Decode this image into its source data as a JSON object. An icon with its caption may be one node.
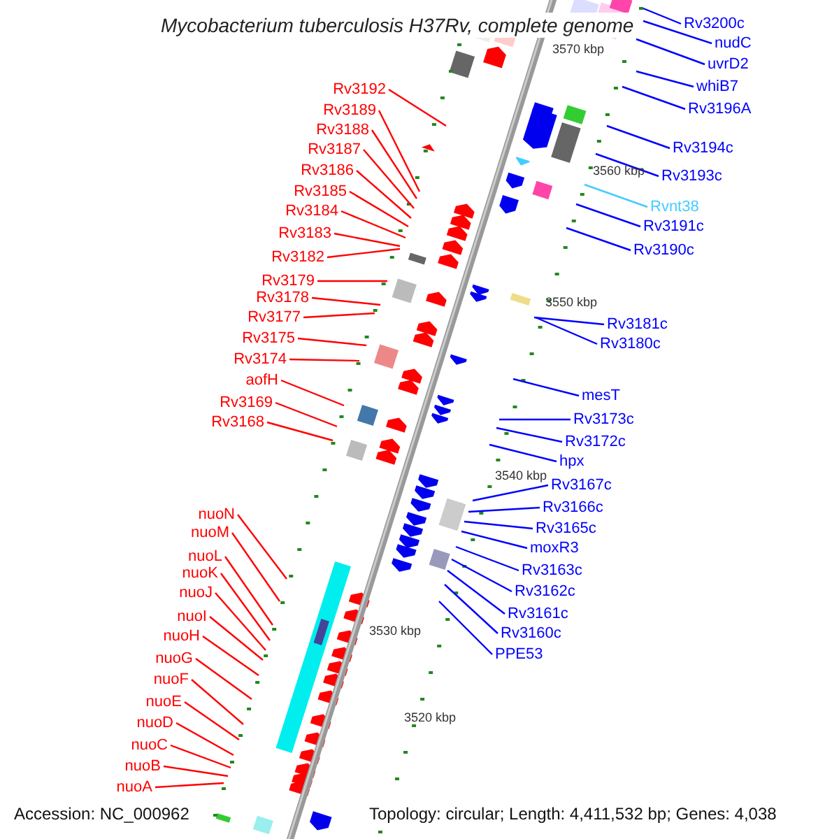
{
  "diagram": {
    "title": "Mycobacterium tuberculosis H37Rv, complete genome",
    "nodes": [
      {
        "text": [
          "Rv3192"
        ]
      },
      {
        "text": [
          "Rv3189"
        ]
      },
      {
        "text": [
          "Rv3188"
        ]
      },
      {
        "text": [
          "Rv3187"
        ]
      },
      {
        "text": [
          "Rv3186"
        ]
      },
      {
        "text": [
          "Rv3185"
        ]
      },
      {
        "text": [
          "Rv3184"
        ]
      },
      {
        "text": [
          "Rv3183"
        ]
      },
      {
        "text": [
          "Rv3182"
        ]
      },
      {
        "text": [
          "Rv3179"
        ]
      },
      {
        "text": [
          "Rv3178"
        ]
      },
      {
        "text": [
          "Rv3177"
        ]
      },
      {
        "text": [
          "Rv3175"
        ]
      },
      {
        "text": [
          "Rv3174"
        ]
      },
      {
        "text": [
          "aofH"
        ]
      },
      {
        "text": [
          "Rv3169"
        ]
      },
      {
        "text": [
          "Rv3168"
        ]
      },
      {
        "text": [
          "nuoN"
        ]
      },
      {
        "text": [
          "nuoM"
        ]
      },
      {
        "text": [
          "nuoL"
        ]
      },
      {
        "text": [
          "nuoK"
        ]
      },
      {
        "text": [
          "nuoJ"
        ]
      },
      {
        "text": [
          "nuoI"
        ]
      },
      {
        "text": [
          "nuoH"
        ]
      },
      {
        "text": [
          "nuoG"
        ]
      },
      {
        "text": [
          "nuoF"
        ]
      },
      {
        "text": [
          "nuoE"
        ]
      },
      {
        "text": [
          "nuoD"
        ]
      },
      {
        "text": [
          "nuoC"
        ]
      },
      {
        "text": [
          "nuoB"
        ]
      },
      {
        "text": [
          "nuoA"
        ]
      },
      {
        "text": [
          "Rv3200c"
        ]
      },
      {
        "text": [
          "nudC"
        ]
      },
      {
        "text": [
          "uvrD2"
        ]
      },
      {
        "text": [
          "whiB7"
        ]
      },
      {
        "text": [
          "Rv3196A"
        ]
      },
      {
        "text": [
          "Rv3194c"
        ]
      },
      {
        "text": [
          "Rv3193c"
        ]
      },
      {
        "text": [
          "Rvnt38"
        ]
      },
      {
        "text": [
          "Rv3191c"
        ]
      },
      {
        "text": [
          "Rv3190c"
        ]
      },
      {
        "text": [
          "Rv3181c"
        ]
      },
      {
        "text": [
          "Rv3180c"
        ]
      },
      {
        "text": [
          "mesT"
        ]
      },
      {
        "text": [
          "Rv3173c"
        ]
      },
      {
        "text": [
          "Rv3172c"
        ]
      },
      {
        "text": [
          "hpx"
        ]
      },
      {
        "text": [
          "Rv3167c"
        ]
      },
      {
        "text": [
          "Rv3166c"
        ]
      },
      {
        "text": [
          "Rv3165c"
        ]
      },
      {
        "text": [
          "moxR3"
        ]
      },
      {
        "text": [
          "Rv3163c"
        ]
      },
      {
        "text": [
          "Rv3162c"
        ]
      },
      {
        "text": [
          "Rv3161c"
        ]
      },
      {
        "text": [
          "Rv3160c"
        ]
      },
      {
        "text": [
          "PPE53"
        ]
      }
    ],
    "edges": [
      {
        "from": 0,
        "to": null,
        "arrow": "none"
      },
      {
        "from": 1,
        "to": null,
        "arrow": "none"
      },
      {
        "from": 2,
        "to": null,
        "arrow": "none"
      },
      {
        "from": 3,
        "to": null,
        "arrow": "none"
      },
      {
        "from": 4,
        "to": null,
        "arrow": "none"
      },
      {
        "from": 5,
        "to": null,
        "arrow": "none"
      },
      {
        "from": 6,
        "to": null,
        "arrow": "none"
      },
      {
        "from": 7,
        "to": null,
        "arrow": "none"
      },
      {
        "from": 8,
        "to": null,
        "arrow": "none"
      },
      {
        "from": 9,
        "to": null,
        "arrow": "none"
      },
      {
        "from": 10,
        "to": null,
        "arrow": "none"
      },
      {
        "from": 11,
        "to": null,
        "arrow": "none"
      },
      {
        "from": 12,
        "to": null,
        "arrow": "none"
      },
      {
        "from": 13,
        "to": null,
        "arrow": "none"
      },
      {
        "from": 14,
        "to": null,
        "arrow": "none"
      },
      {
        "from": 15,
        "to": null,
        "arrow": "none"
      },
      {
        "from": 16,
        "to": null,
        "arrow": "none"
      },
      {
        "from": 17,
        "to": null,
        "arrow": "none"
      },
      {
        "from": 18,
        "to": null,
        "arrow": "none"
      },
      {
        "from": 19,
        "to": null,
        "arrow": "none"
      },
      {
        "from": 20,
        "to": null,
        "arrow": "none"
      },
      {
        "from": 21,
        "to": null,
        "arrow": "none"
      },
      {
        "from": 22,
        "to": null,
        "arrow": "none"
      },
      {
        "from": 23,
        "to": null,
        "arrow": "none"
      },
      {
        "from": 24,
        "to": null,
        "arrow": "none"
      },
      {
        "from": 25,
        "to": null,
        "arrow": "none"
      },
      {
        "from": 26,
        "to": null,
        "arrow": "none"
      },
      {
        "from": 27,
        "to": null,
        "arrow": "none"
      },
      {
        "from": 28,
        "to": null,
        "arrow": "none"
      },
      {
        "from": 29,
        "to": null,
        "arrow": "none"
      },
      {
        "from": 30,
        "to": null,
        "arrow": "none"
      },
      {
        "from": 31,
        "to": null,
        "arrow": "none",
        "color": "#0000ff"
      },
      {
        "from": 32,
        "to": null,
        "arrow": "none",
        "color": "#0000ff"
      },
      {
        "from": 33,
        "to": null,
        "arrow": "none",
        "color": "#0000ff"
      },
      {
        "from": 34,
        "to": null,
        "arrow": "none",
        "color": "#0000ff"
      },
      {
        "from": 35,
        "to": null,
        "arrow": "none",
        "color": "#0000ff"
      },
      {
        "from": 36,
        "to": null,
        "arrow": "none",
        "color": "#0000ff"
      },
      {
        "from": 37,
        "to": null,
        "arrow": "none",
        "color": "#0000ff"
      },
      {
        "from": 38,
        "to": null,
        "arrow": "none",
        "color": "#44ccff"
      },
      {
        "from": 39,
        "to": null,
        "arrow": "none",
        "color": "#0000ff"
      },
      {
        "from": 40,
        "to": null,
        "arrow": "none",
        "color": "#0000ff"
      },
      {
        "from": 41,
        "to": null,
        "arrow": "none",
        "color": "#0000ff"
      },
      {
        "from": 42,
        "to": null,
        "arrow": "none",
        "color": "#0000ff"
      },
      {
        "from": 43,
        "to": null,
        "arrow": "none",
        "color": "#0000ff"
      },
      {
        "from": 44,
        "to": null,
        "arrow": "none",
        "color": "#0000ff"
      },
      {
        "from": 45,
        "to": null,
        "arrow": "none",
        "color": "#0000ff"
      },
      {
        "from": 46,
        "to": null,
        "arrow": "none",
        "color": "#0000ff"
      },
      {
        "from": 47,
        "to": null,
        "arrow": "none",
        "color": "#0000ff"
      },
      {
        "from": 48,
        "to": null,
        "arrow": "none",
        "color": "#0000ff"
      },
      {
        "from": 49,
        "to": null,
        "arrow": "none",
        "color": "#0000ff"
      },
      {
        "from": 50,
        "to": null,
        "arrow": "none",
        "color": "#0000ff"
      },
      {
        "from": 51,
        "to": null,
        "arrow": "none",
        "color": "#0000ff"
      },
      {
        "from": 52,
        "to": null,
        "arrow": "none",
        "color": "#0000ff"
      },
      {
        "from": 53,
        "to": null,
        "arrow": "none",
        "color": "#0000ff"
      },
      {
        "from": 54,
        "to": null,
        "arrow": "none",
        "color": "#0000ff"
      },
      {
        "from": 55,
        "to": null,
        "arrow": "none",
        "color": "#0000ff"
      }
    ],
    "labels": [
      "3570 kbp",
      "3560 kbp",
      "3550 kbp",
      "3540 kbp",
      "3530 kbp",
      "3520 kbp",
      "Accession: NC_000962",
      "Topology: circular; Length: 4,411,532 bp; Genes: 4,038"
    ]
  }
}
